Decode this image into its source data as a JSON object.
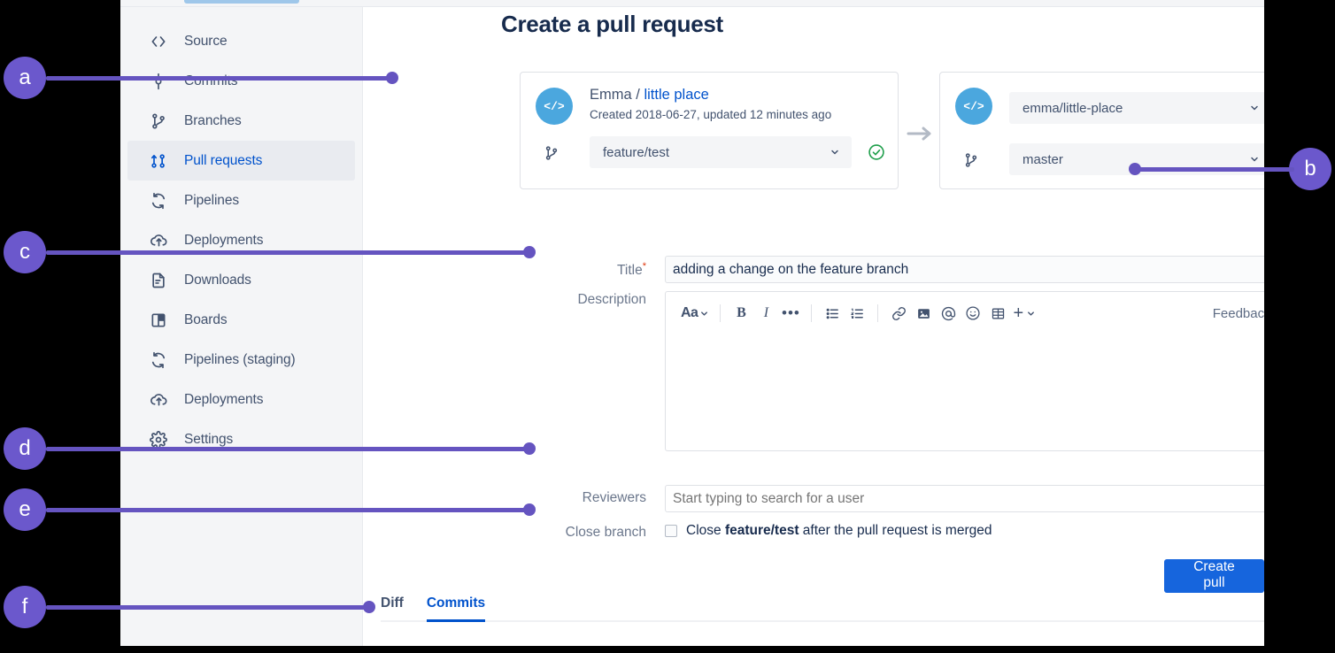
{
  "page": {
    "title": "Create a pull request"
  },
  "sidebar": {
    "items": [
      {
        "label": "Source",
        "icon": "code-icon",
        "selected": false
      },
      {
        "label": "Commits",
        "icon": "commit-icon",
        "selected": false
      },
      {
        "label": "Branches",
        "icon": "branch-icon",
        "selected": false
      },
      {
        "label": "Pull requests",
        "icon": "pull-request-icon",
        "selected": true
      },
      {
        "label": "Pipelines",
        "icon": "pipeline-icon",
        "selected": false
      },
      {
        "label": "Deployments",
        "icon": "deployment-icon",
        "selected": false
      },
      {
        "label": "Downloads",
        "icon": "download-icon",
        "selected": false
      },
      {
        "label": "Boards",
        "icon": "board-icon",
        "selected": false
      },
      {
        "label": "Pipelines (staging)",
        "icon": "pipeline-icon",
        "selected": false
      },
      {
        "label": "Deployments",
        "icon": "deployment-icon",
        "selected": false
      },
      {
        "label": "Settings",
        "icon": "gear-icon",
        "selected": false
      }
    ]
  },
  "source_panel": {
    "owner": "Emma",
    "separator": "/",
    "repo_link": "little place",
    "meta": "Created 2018-06-27, updated 12 minutes ago",
    "branch": "feature/test",
    "status": "valid"
  },
  "destination_panel": {
    "repo": "emma/little-place",
    "branch": "master",
    "status": "valid"
  },
  "form": {
    "title_label": "Title",
    "title_required": "*",
    "title_value": "adding a change on the feature branch",
    "description_label": "Description",
    "reviewers_label": "Reviewers",
    "reviewers_placeholder": "Start typing to search for a user",
    "close_branch_label": "Close branch",
    "close_branch_prefix": "Close ",
    "close_branch_branch": "feature/test",
    "close_branch_suffix": " after the pull request is merged",
    "close_branch_checked": false,
    "submit_label": "Create pull request"
  },
  "editor_toolbar": {
    "buttons": [
      {
        "name": "text-style-icon",
        "glyph": "Aa"
      },
      {
        "name": "bold-icon",
        "glyph": "B"
      },
      {
        "name": "italic-icon",
        "glyph": "I"
      },
      {
        "name": "more-formatting-icon",
        "glyph": "•••"
      },
      {
        "name": "bullet-list-icon",
        "glyph": ""
      },
      {
        "name": "numbered-list-icon",
        "glyph": ""
      },
      {
        "name": "link-icon",
        "glyph": ""
      },
      {
        "name": "image-icon",
        "glyph": ""
      },
      {
        "name": "mention-icon",
        "glyph": "@"
      },
      {
        "name": "emoji-icon",
        "glyph": ""
      },
      {
        "name": "table-icon",
        "glyph": ""
      },
      {
        "name": "insert-more-icon",
        "glyph": "+"
      }
    ],
    "feedback_label": "Feedback",
    "help_label": "?"
  },
  "bottom_tabs": {
    "items": [
      {
        "label": "Diff",
        "active": false
      },
      {
        "label": "Commits",
        "active": true
      }
    ]
  },
  "annotations": {
    "color": "#6554c0",
    "badges": [
      {
        "letter": "a",
        "target": "source-repo-panel"
      },
      {
        "letter": "b",
        "target": "destination-branch-select"
      },
      {
        "letter": "c",
        "target": "description-editor"
      },
      {
        "letter": "d",
        "target": "reviewers-input"
      },
      {
        "letter": "e",
        "target": "close-branch-checkbox"
      },
      {
        "letter": "f",
        "target": "bottom-tabs"
      }
    ]
  }
}
